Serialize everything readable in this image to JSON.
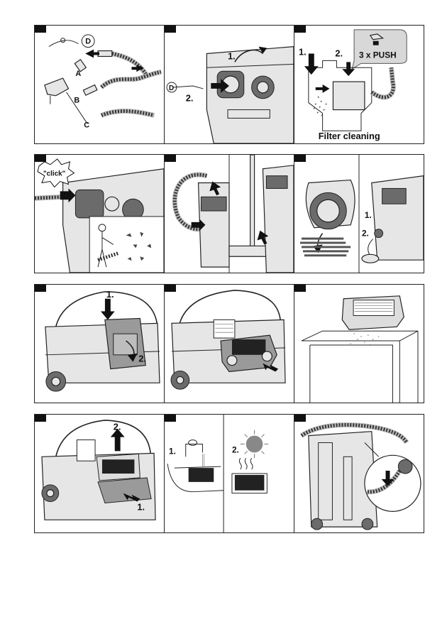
{
  "panels": [
    {
      "id": 1,
      "labels": {
        "d": "D",
        "a": "A",
        "b": "B",
        "c": "C"
      }
    },
    {
      "id": 2,
      "labels": {
        "step1": "1.",
        "step2": "2.",
        "d": "D"
      }
    },
    {
      "id": 3,
      "labels": {
        "step1": "1.",
        "step2": "2.",
        "push": "3 x PUSH",
        "caption": "Filter cleaning"
      }
    },
    {
      "id": 4,
      "labels": {
        "click": "\"click\""
      }
    },
    {
      "id": 5,
      "labels": {}
    },
    {
      "id": 6,
      "labels": {
        "step1": "1.",
        "step2": "2."
      }
    },
    {
      "id": 7,
      "labels": {
        "step1": "1.",
        "step2": "2."
      }
    },
    {
      "id": 8,
      "labels": {}
    },
    {
      "id": 9,
      "labels": {}
    },
    {
      "id": 10,
      "labels": {
        "step1": "1.",
        "step2": "2."
      }
    },
    {
      "id": 11,
      "labels": {
        "step1": "1.",
        "step2": "2."
      }
    },
    {
      "id": 12,
      "labels": {}
    }
  ],
  "icons": {
    "sun": "sun-icon",
    "heat": "heat-waves-icon",
    "hand": "hand-press-icon",
    "arrow": "arrow-icon"
  }
}
